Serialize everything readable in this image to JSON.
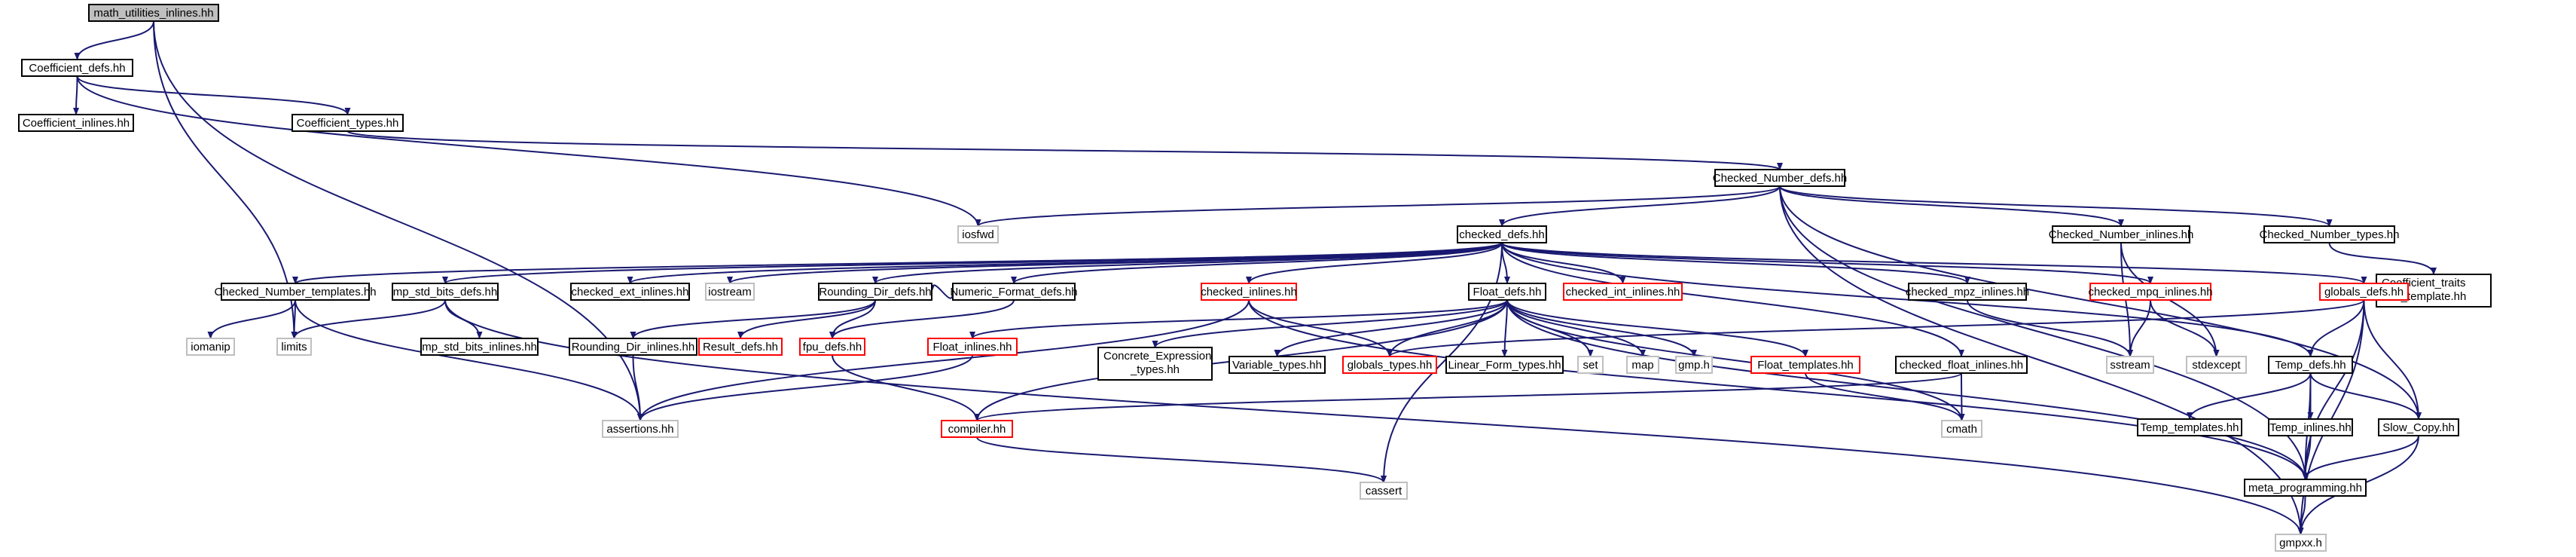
{
  "colors": {
    "edge": "#191970",
    "root_fill": "#bfbfbf",
    "node_fill": "#ffffff",
    "border_normal": "#000000",
    "border_truncated": "#ff0000",
    "border_system": "#bfbfbf",
    "text_normal": "#000000",
    "text_system": "#606060"
  },
  "nodes": [
    {
      "id": "math_utilities_inlines",
      "label": "math_utilities_inlines.hh",
      "kind": "root"
    },
    {
      "id": "coeff_defs",
      "label": "Coefficient_defs.hh",
      "kind": "normal"
    },
    {
      "id": "coeff_inlines",
      "label": "Coefficient_inlines.hh",
      "kind": "normal"
    },
    {
      "id": "coeff_types",
      "label": "Coefficient_types.hh",
      "kind": "normal"
    },
    {
      "id": "cn_defs",
      "label": "Checked_Number_defs.hh",
      "kind": "normal"
    },
    {
      "id": "iosfwd",
      "label": "iosfwd",
      "kind": "system"
    },
    {
      "id": "checked_defs",
      "label": "checked_defs.hh",
      "kind": "normal"
    },
    {
      "id": "cn_inlines",
      "label": "Checked_Number_inlines.hh",
      "kind": "normal"
    },
    {
      "id": "cn_types",
      "label": "Checked_Number_types.hh",
      "kind": "normal"
    },
    {
      "id": "coeff_traits",
      "label": "Coefficient_traits\n_template.hh",
      "kind": "normal"
    },
    {
      "id": "cn_templates",
      "label": "Checked_Number_templates.hh",
      "kind": "normal"
    },
    {
      "id": "mp_std_bits_defs",
      "label": "mp_std_bits_defs.hh",
      "kind": "normal"
    },
    {
      "id": "checked_ext_inlines",
      "label": "checked_ext_inlines.hh",
      "kind": "normal"
    },
    {
      "id": "iostream",
      "label": "iostream",
      "kind": "system"
    },
    {
      "id": "rounding_dir_defs",
      "label": "Rounding_Dir_defs.hh",
      "kind": "normal"
    },
    {
      "id": "numeric_format_defs",
      "label": "Numeric_Format_defs.hh",
      "kind": "normal"
    },
    {
      "id": "checked_inlines",
      "label": "checked_inlines.hh",
      "kind": "truncated"
    },
    {
      "id": "float_defs",
      "label": "Float_defs.hh",
      "kind": "normal"
    },
    {
      "id": "checked_int_inlines",
      "label": "checked_int_inlines.hh",
      "kind": "truncated"
    },
    {
      "id": "checked_mpz_inlines",
      "label": "checked_mpz_inlines.hh",
      "kind": "normal"
    },
    {
      "id": "checked_mpq_inlines",
      "label": "checked_mpq_inlines.hh",
      "kind": "truncated"
    },
    {
      "id": "globals_defs",
      "label": "globals_defs.hh",
      "kind": "truncated"
    },
    {
      "id": "iomanip",
      "label": "iomanip",
      "kind": "system"
    },
    {
      "id": "limits",
      "label": "limits",
      "kind": "system"
    },
    {
      "id": "mp_std_bits_inlines",
      "label": "mp_std_bits_inlines.hh",
      "kind": "normal"
    },
    {
      "id": "rounding_dir_inlines",
      "label": "Rounding_Dir_inlines.hh",
      "kind": "normal"
    },
    {
      "id": "result_defs",
      "label": "Result_defs.hh",
      "kind": "truncated"
    },
    {
      "id": "fpu_defs",
      "label": "fpu_defs.hh",
      "kind": "truncated"
    },
    {
      "id": "float_inlines",
      "label": "Float_inlines.hh",
      "kind": "truncated"
    },
    {
      "id": "concrete_expr_types",
      "label": "Concrete_Expression\n_types.hh",
      "kind": "normal"
    },
    {
      "id": "variable_types",
      "label": "Variable_types.hh",
      "kind": "normal"
    },
    {
      "id": "globals_types",
      "label": "globals_types.hh",
      "kind": "truncated"
    },
    {
      "id": "linear_form_types",
      "label": "Linear_Form_types.hh",
      "kind": "normal"
    },
    {
      "id": "set",
      "label": "set",
      "kind": "system"
    },
    {
      "id": "map",
      "label": "map",
      "kind": "system"
    },
    {
      "id": "gmp_h",
      "label": "gmp.h",
      "kind": "system"
    },
    {
      "id": "float_templates",
      "label": "Float_templates.hh",
      "kind": "truncated"
    },
    {
      "id": "checked_float_inlines",
      "label": "checked_float_inlines.hh",
      "kind": "normal"
    },
    {
      "id": "sstream",
      "label": "sstream",
      "kind": "system"
    },
    {
      "id": "stdexcept",
      "label": "stdexcept",
      "kind": "system"
    },
    {
      "id": "temp_defs",
      "label": "Temp_defs.hh",
      "kind": "normal"
    },
    {
      "id": "assertions",
      "label": "assertions.hh",
      "kind": "system"
    },
    {
      "id": "compiler",
      "label": "compiler.hh",
      "kind": "truncated"
    },
    {
      "id": "cmath",
      "label": "cmath",
      "kind": "system"
    },
    {
      "id": "temp_templates",
      "label": "Temp_templates.hh",
      "kind": "normal"
    },
    {
      "id": "temp_inlines",
      "label": "Temp_inlines.hh",
      "kind": "normal"
    },
    {
      "id": "slow_copy",
      "label": "Slow_Copy.hh",
      "kind": "normal"
    },
    {
      "id": "cassert",
      "label": "cassert",
      "kind": "system"
    },
    {
      "id": "meta_programming",
      "label": "meta_programming.hh",
      "kind": "normal"
    },
    {
      "id": "gmpxx",
      "label": "gmpxx.h",
      "kind": "system"
    }
  ],
  "edges": [
    [
      "math_utilities_inlines",
      "coeff_defs"
    ],
    [
      "math_utilities_inlines",
      "limits"
    ],
    [
      "math_utilities_inlines",
      "assertions"
    ],
    [
      "coeff_defs",
      "coeff_inlines"
    ],
    [
      "coeff_defs",
      "coeff_types"
    ],
    [
      "coeff_defs",
      "iosfwd"
    ],
    [
      "coeff_types",
      "cn_defs"
    ],
    [
      "cn_defs",
      "iosfwd"
    ],
    [
      "cn_defs",
      "checked_defs"
    ],
    [
      "cn_defs",
      "cn_inlines"
    ],
    [
      "cn_defs",
      "cn_types"
    ],
    [
      "cn_defs",
      "slow_copy"
    ],
    [
      "cn_defs",
      "meta_programming"
    ],
    [
      "cn_defs",
      "gmpxx"
    ],
    [
      "cn_types",
      "coeff_traits"
    ],
    [
      "cn_inlines",
      "sstream"
    ],
    [
      "cn_inlines",
      "stdexcept"
    ],
    [
      "checked_defs",
      "cn_templates"
    ],
    [
      "checked_defs",
      "mp_std_bits_defs"
    ],
    [
      "checked_defs",
      "checked_ext_inlines"
    ],
    [
      "checked_defs",
      "iostream"
    ],
    [
      "checked_defs",
      "rounding_dir_defs"
    ],
    [
      "checked_defs",
      "numeric_format_defs"
    ],
    [
      "checked_defs",
      "checked_inlines"
    ],
    [
      "checked_defs",
      "float_defs"
    ],
    [
      "checked_defs",
      "checked_int_inlines"
    ],
    [
      "checked_defs",
      "checked_mpz_inlines"
    ],
    [
      "checked_defs",
      "checked_mpq_inlines"
    ],
    [
      "checked_defs",
      "checked_float_inlines"
    ],
    [
      "checked_defs",
      "globals_defs"
    ],
    [
      "checked_defs",
      "temp_defs"
    ],
    [
      "checked_defs",
      "cassert"
    ],
    [
      "cn_templates",
      "iomanip"
    ],
    [
      "cn_templates",
      "limits"
    ],
    [
      "cn_templates",
      "assertions"
    ],
    [
      "mp_std_bits_defs",
      "limits"
    ],
    [
      "mp_std_bits_defs",
      "mp_std_bits_inlines"
    ],
    [
      "mp_std_bits_defs",
      "gmpxx"
    ],
    [
      "rounding_dir_defs",
      "rounding_dir_inlines"
    ],
    [
      "rounding_dir_defs",
      "result_defs"
    ],
    [
      "rounding_dir_defs",
      "fpu_defs"
    ],
    [
      "rounding_dir_inlines",
      "assertions"
    ],
    [
      "numeric_format_defs",
      "rounding_dir_defs"
    ],
    [
      "numeric_format_defs",
      "fpu_defs"
    ],
    [
      "checked_inlines",
      "globals_types"
    ],
    [
      "checked_inlines",
      "assertions"
    ],
    [
      "checked_inlines",
      "meta_programming"
    ],
    [
      "float_defs",
      "float_inlines"
    ],
    [
      "float_defs",
      "concrete_expr_types"
    ],
    [
      "float_defs",
      "variable_types"
    ],
    [
      "float_defs",
      "globals_types"
    ],
    [
      "float_defs",
      "linear_form_types"
    ],
    [
      "float_defs",
      "set"
    ],
    [
      "float_defs",
      "map"
    ],
    [
      "float_defs",
      "gmp_h"
    ],
    [
      "float_defs",
      "float_templates"
    ],
    [
      "float_defs",
      "compiler"
    ],
    [
      "float_defs",
      "cmath"
    ],
    [
      "float_defs",
      "meta_programming"
    ],
    [
      "float_inlines",
      "assertions"
    ],
    [
      "fpu_defs",
      "compiler"
    ],
    [
      "float_templates",
      "cmath"
    ],
    [
      "checked_mpz_inlines",
      "sstream"
    ],
    [
      "checked_mpq_inlines",
      "sstream"
    ],
    [
      "checked_mpq_inlines",
      "stdexcept"
    ],
    [
      "checked_float_inlines",
      "compiler"
    ],
    [
      "checked_float_inlines",
      "cmath"
    ],
    [
      "globals_defs",
      "globals_types"
    ],
    [
      "globals_defs",
      "temp_defs"
    ],
    [
      "globals_defs",
      "slow_copy"
    ],
    [
      "globals_defs",
      "meta_programming"
    ],
    [
      "globals_defs",
      "gmpxx"
    ],
    [
      "temp_defs",
      "temp_templates"
    ],
    [
      "temp_defs",
      "temp_inlines"
    ],
    [
      "temp_defs",
      "slow_copy"
    ],
    [
      "temp_defs",
      "meta_programming"
    ],
    [
      "temp_inlines",
      "meta_programming"
    ],
    [
      "slow_copy",
      "meta_programming"
    ],
    [
      "slow_copy",
      "gmpxx"
    ],
    [
      "compiler",
      "cassert"
    ],
    [
      "meta_programming",
      "gmpxx"
    ]
  ]
}
